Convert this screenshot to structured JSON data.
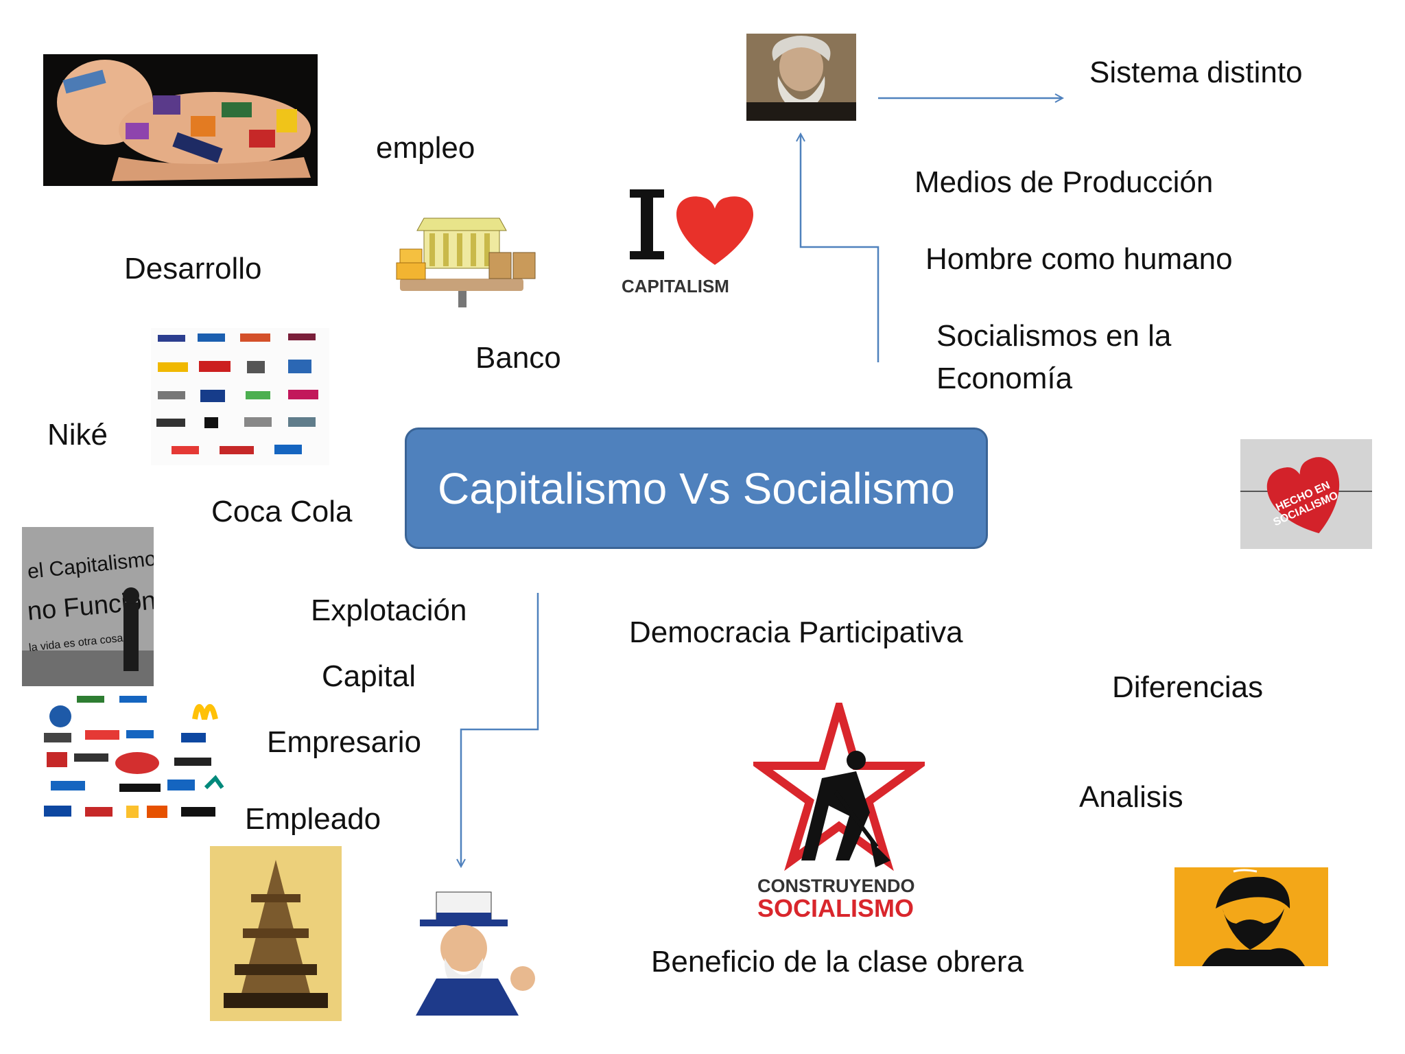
{
  "central_title": "Capitalismo Vs Socialismo",
  "labels": {
    "empleo": "empleo",
    "desarrollo": "Desarrollo",
    "banco": "Banco",
    "nike": "Niké",
    "coca_cola": "Coca Cola",
    "explotacion": "Explotación",
    "capital": "Capital",
    "empresario": "Empresario",
    "empleado": "Empleado",
    "sistema_distinto": "Sistema distinto",
    "medios": "Medios de Producción",
    "hombre": "Hombre como humano",
    "socialismos_1": "Socialismos en la",
    "socialismos_2": "Economía",
    "democracia": "Democracia Participativa",
    "diferencias": "Diferencias",
    "analisis": "Analisis",
    "beneficio": "Beneficio de la clase obrera"
  },
  "image_text": {
    "i_love_capitalism": "CAPITALISM",
    "construyendo_1": "CONSTRUYENDO",
    "construyendo_2": "SOCIALISMO",
    "hecho_1": "HECHO EN",
    "hecho_2": "SOCIALISMO",
    "graffiti_1": "el Capitalismo",
    "graffiti_2": "no Funciona",
    "graffiti_3": "la vida es otra cosa"
  },
  "colors": {
    "central_fill": "#4f81bd",
    "arrow": "#4f81bd",
    "heart": "#e8312a",
    "star": "#d9262c"
  }
}
